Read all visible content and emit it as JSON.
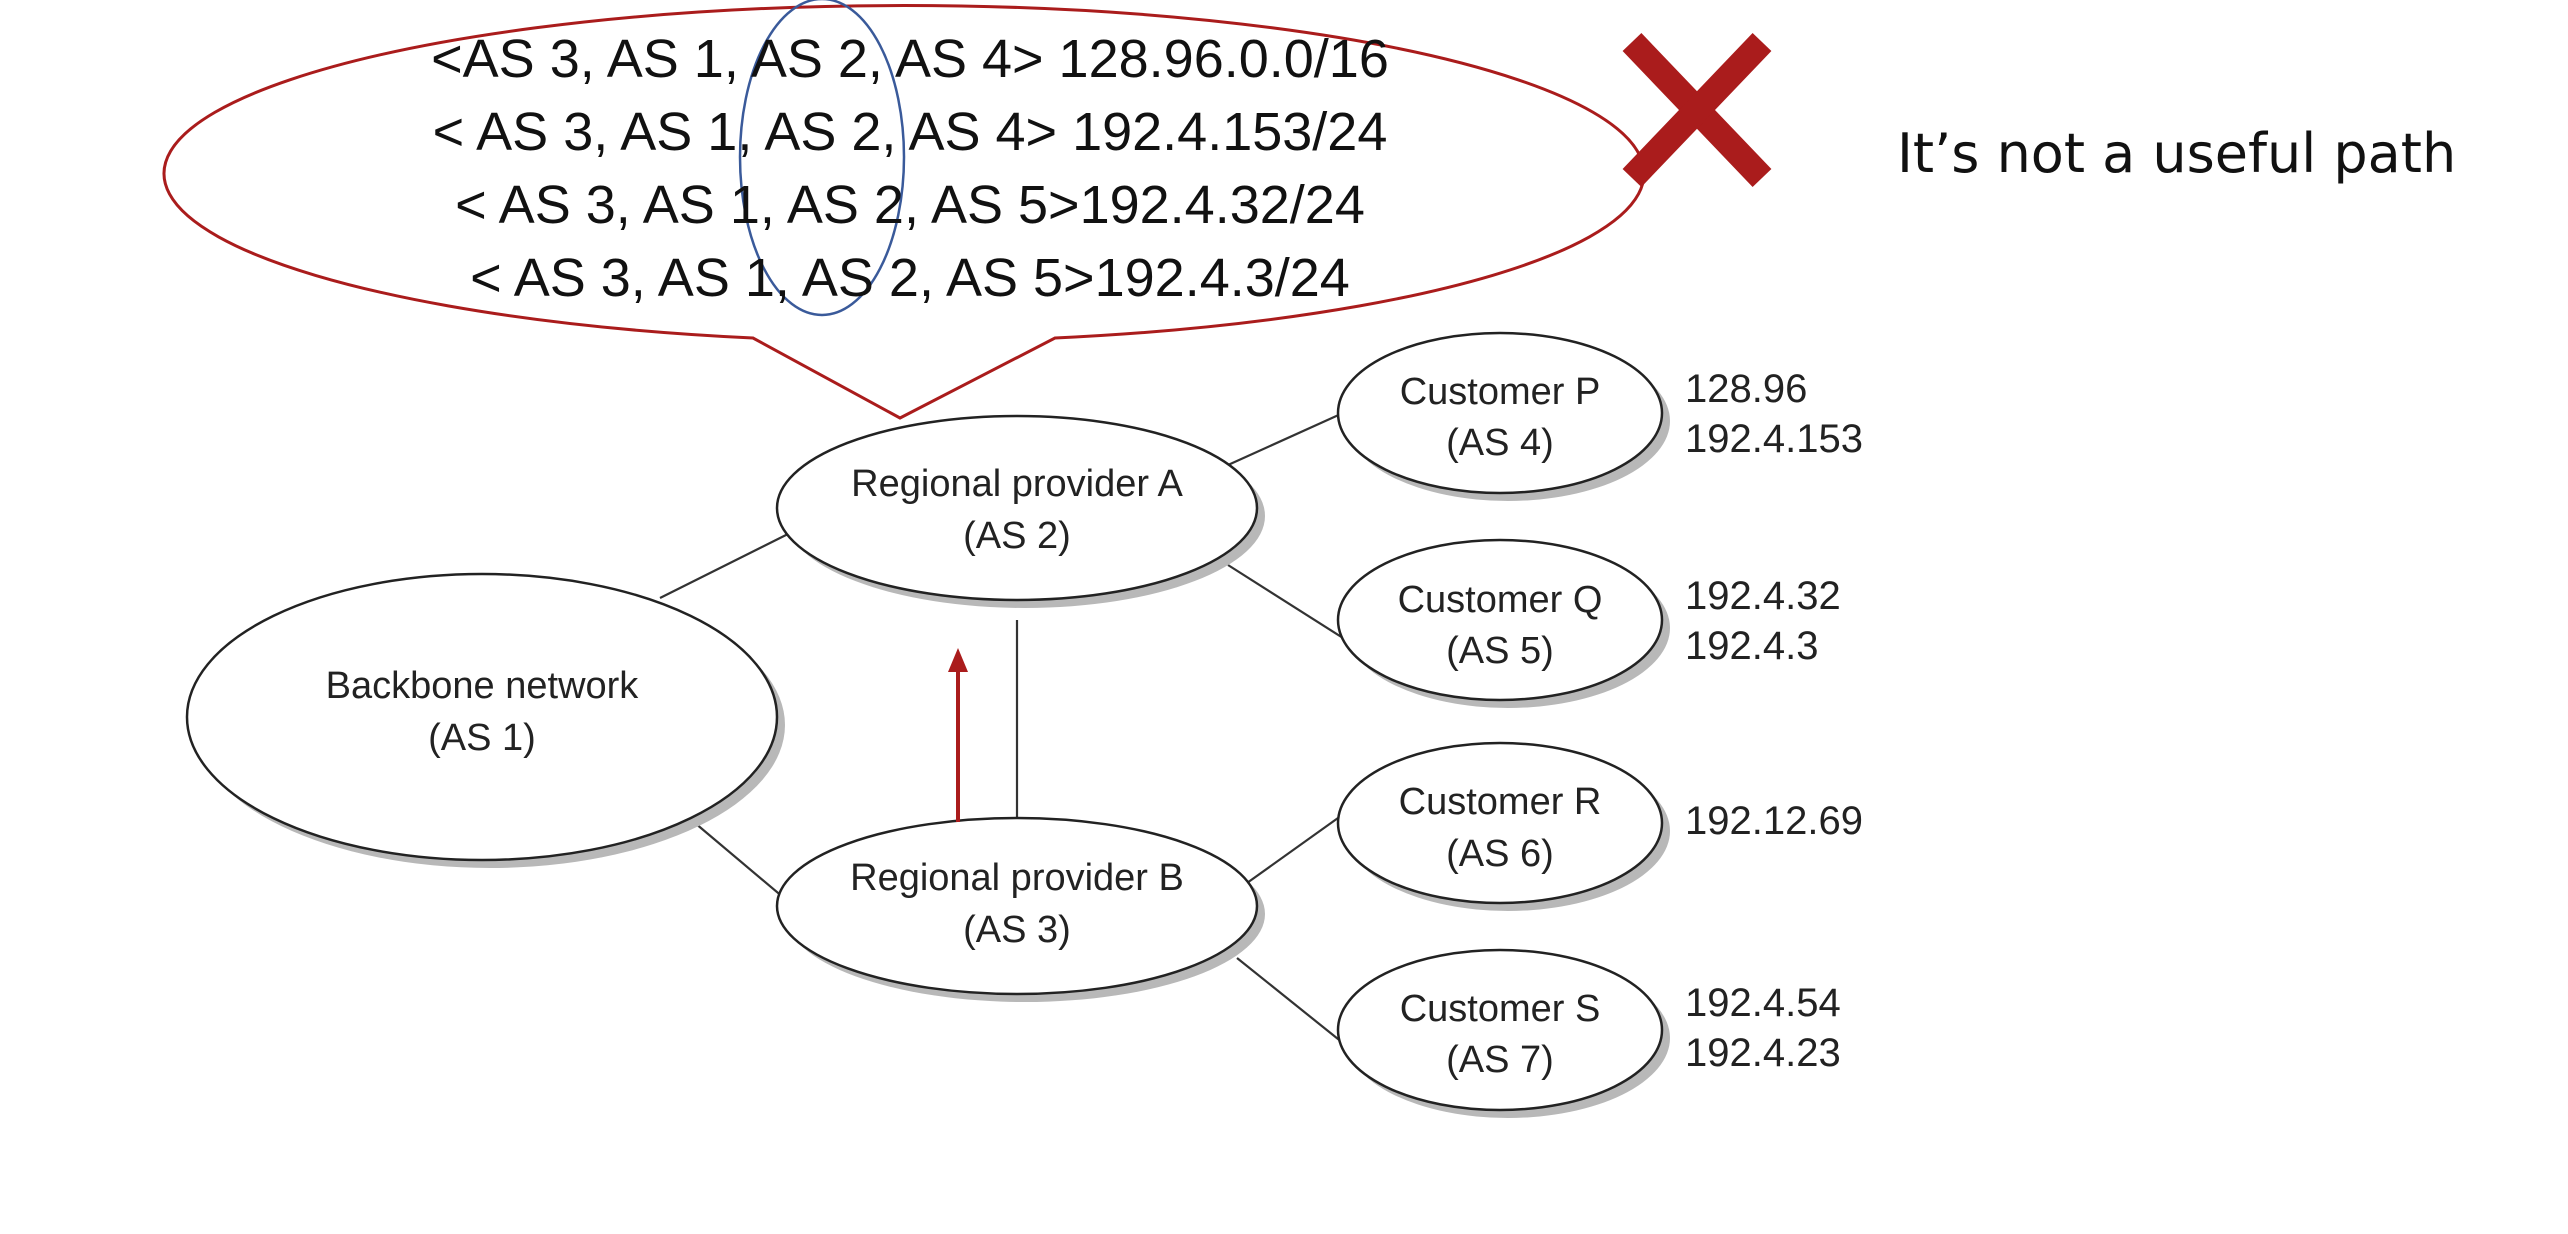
{
  "callout": {
    "paths": [
      "<AS 3, AS 1, AS 2, AS 4> 128.96.0.0/16",
      "< AS 3, AS 1, AS 2, AS 4> 192.4.153/24",
      "< AS 3, AS 1, AS 2, AS 5>192.4.32/24",
      "< AS 3, AS 1, AS 2, AS 5>192.4.3/24"
    ],
    "border_color": "#aa1c1c",
    "highlight_color": "#3a5a9a"
  },
  "rejection": {
    "icon": "cross-icon",
    "color": "#aa1c1c",
    "note": "It’s not a useful path"
  },
  "nodes": {
    "backbone": {
      "name": "Backbone network",
      "as": "(AS 1)"
    },
    "provider_a": {
      "name": "Regional provider A",
      "as": "(AS 2)"
    },
    "provider_b": {
      "name": "Regional provider B",
      "as": "(AS 3)"
    },
    "customer_p": {
      "name": "Customer P",
      "as": "(AS 4)",
      "prefixes": [
        "128.96",
        "192.4.153"
      ]
    },
    "customer_q": {
      "name": "Customer Q",
      "as": "(AS 5)",
      "prefixes": [
        "192.4.32",
        "192.4.3"
      ]
    },
    "customer_r": {
      "name": "Customer R",
      "as": "(AS 6)",
      "prefixes": [
        "192.12.69"
      ]
    },
    "customer_s": {
      "name": "Customer S",
      "as": "(AS 7)",
      "prefixes": [
        "192.4.54",
        "192.4.23"
      ]
    }
  },
  "advertisement_arrow": {
    "icon": "arrow-up-icon",
    "color": "#aa1c1c"
  }
}
